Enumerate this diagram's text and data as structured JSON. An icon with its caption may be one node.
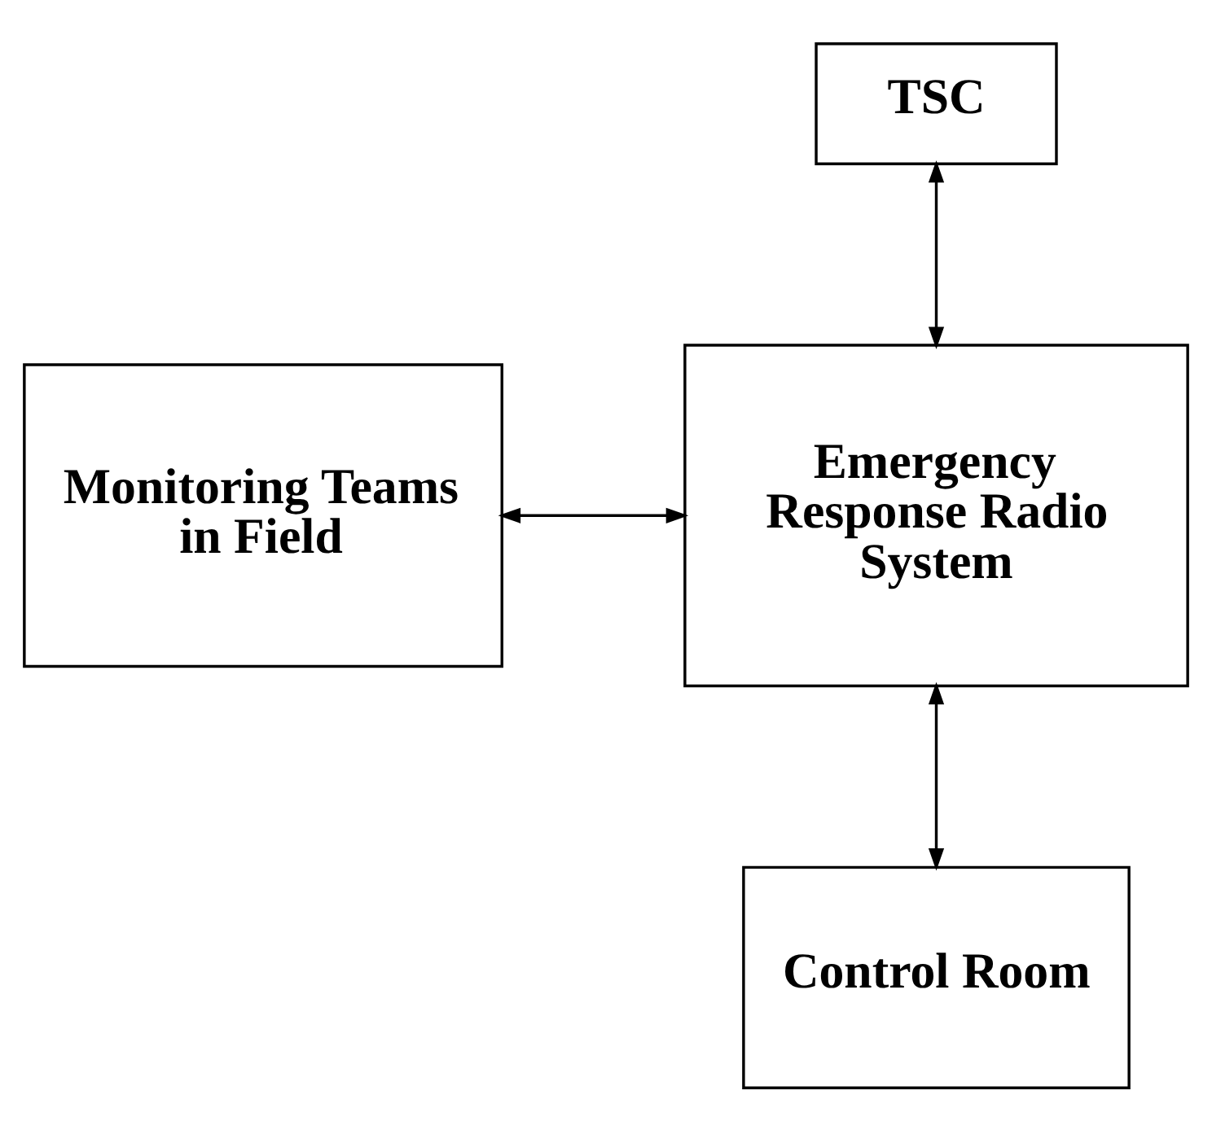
{
  "diagram": {
    "nodes": [
      {
        "text": [
          "TSC"
        ]
      },
      {
        "text": [
          "Monitoring Teams in Field"
        ]
      },
      {
        "text": [
          "Emergency Response Radio System"
        ]
      },
      {
        "text": [
          "Control Room"
        ]
      }
    ],
    "edges": [
      {
        "from": 0,
        "to": 2,
        "arrow": "both"
      },
      {
        "from": 1,
        "to": 2,
        "arrow": "both"
      },
      {
        "from": 2,
        "to": 3,
        "arrow": "both"
      }
    ]
  }
}
